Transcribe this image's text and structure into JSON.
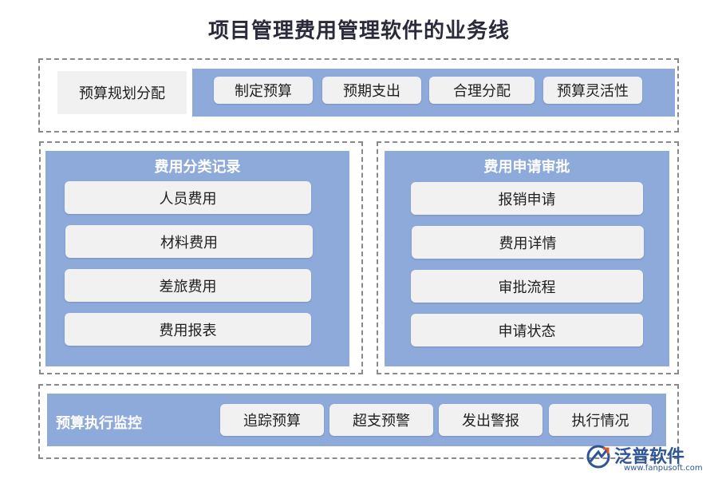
{
  "title": "项目管理费用管理软件的业务线",
  "budget_planning": {
    "label": "预算规划分配",
    "items": [
      "制定预算",
      "预期支出",
      "合理分配",
      "预算灵活性"
    ]
  },
  "expense_category": {
    "title": "费用分类记录",
    "items": [
      "人员费用",
      "材料费用",
      "差旅费用",
      "费用报表"
    ]
  },
  "expense_approval": {
    "title": "费用申请审批",
    "items": [
      "报销申请",
      "费用详情",
      "审批流程",
      "申请状态"
    ]
  },
  "budget_monitoring": {
    "label": "预算执行监控",
    "items": [
      "追踪预算",
      "超支预警",
      "发出警报",
      "执行情况"
    ]
  },
  "logo": {
    "name": "泛普软件",
    "url": "www.fanpusoft.com",
    "icon": "fanpu-logo-icon"
  },
  "colors": {
    "panel": "#8eaadb",
    "pill": "#f1f1f1",
    "logo": "#2f5597"
  }
}
